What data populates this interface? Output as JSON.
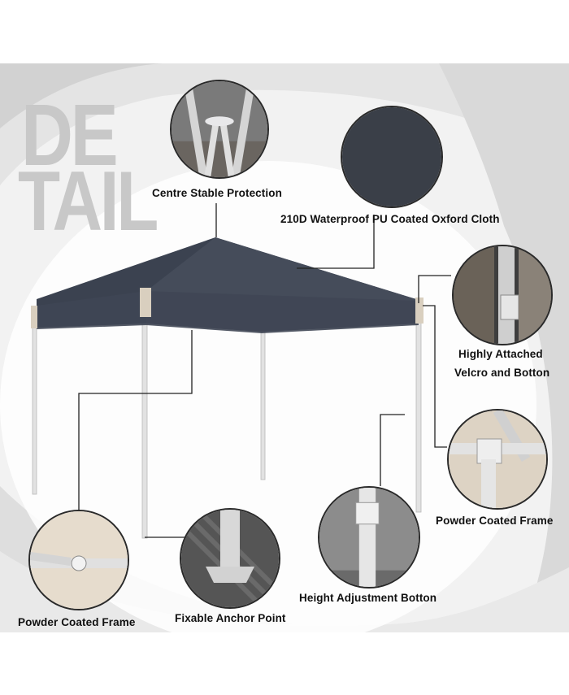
{
  "heading": {
    "line1": "DE",
    "line2": "TAIL"
  },
  "features": [
    {
      "id": "centre",
      "label": "Centre Stable Protection"
    },
    {
      "id": "cloth",
      "label": "210D Waterproof PU Coated Oxford Cloth"
    },
    {
      "id": "velcro",
      "label_line1": "Highly Attached",
      "label_line2": "Velcro and Botton"
    },
    {
      "id": "frame-right",
      "label": "Powder Coated Frame"
    },
    {
      "id": "height",
      "label": "Height Adjustment Botton"
    },
    {
      "id": "anchor",
      "label": "Fixable Anchor Point"
    },
    {
      "id": "frame-left",
      "label": "Powder Coated Frame"
    }
  ],
  "colors": {
    "canopy": "#3c4350",
    "frame": "#e6e6e6",
    "leader": "#222222",
    "background_swirl": "#d6d6d6"
  }
}
